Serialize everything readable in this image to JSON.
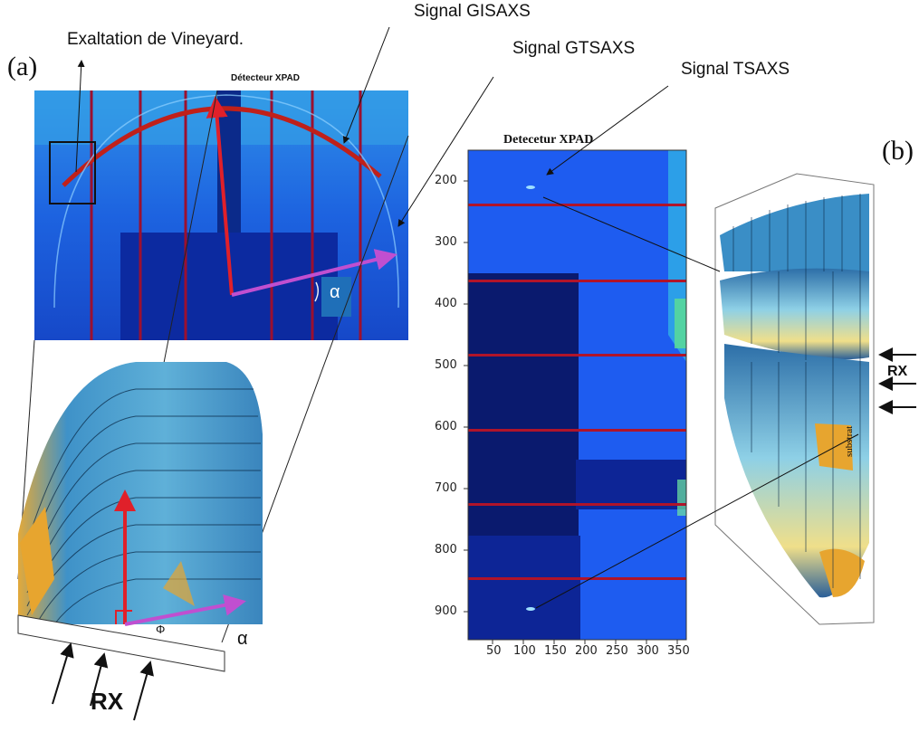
{
  "panel_a": {
    "label": "(a)",
    "detector_title": "Détecteur XPAD",
    "alpha_symbol": "α",
    "phi_symbol": "Φ",
    "rx_label": "RX"
  },
  "annotations": {
    "exaltation": "Exaltation de Vineyard.",
    "gisaxs": "Signal GISAXS",
    "gtsaxs": "Signal GTSAXS",
    "tsaxs": "Signal TSAXS"
  },
  "panel_b": {
    "label": "(b)",
    "rx_label": "RX",
    "substrat_label": "substrat"
  },
  "detector_image": {
    "title": "Detecetur XPAD",
    "y_ticks": [
      "200",
      "300",
      "400",
      "500",
      "600",
      "700",
      "800",
      "900"
    ],
    "x_ticks": [
      "50",
      "100",
      "150",
      "200",
      "250",
      "300",
      "350"
    ]
  },
  "colors": {
    "detector_blue": "#1e5cf0",
    "dark_block": "#0a1a6e",
    "stripe_red": "#b0142a",
    "arrow_red": "#e0202a",
    "arrow_magenta": "#c04fd0"
  }
}
